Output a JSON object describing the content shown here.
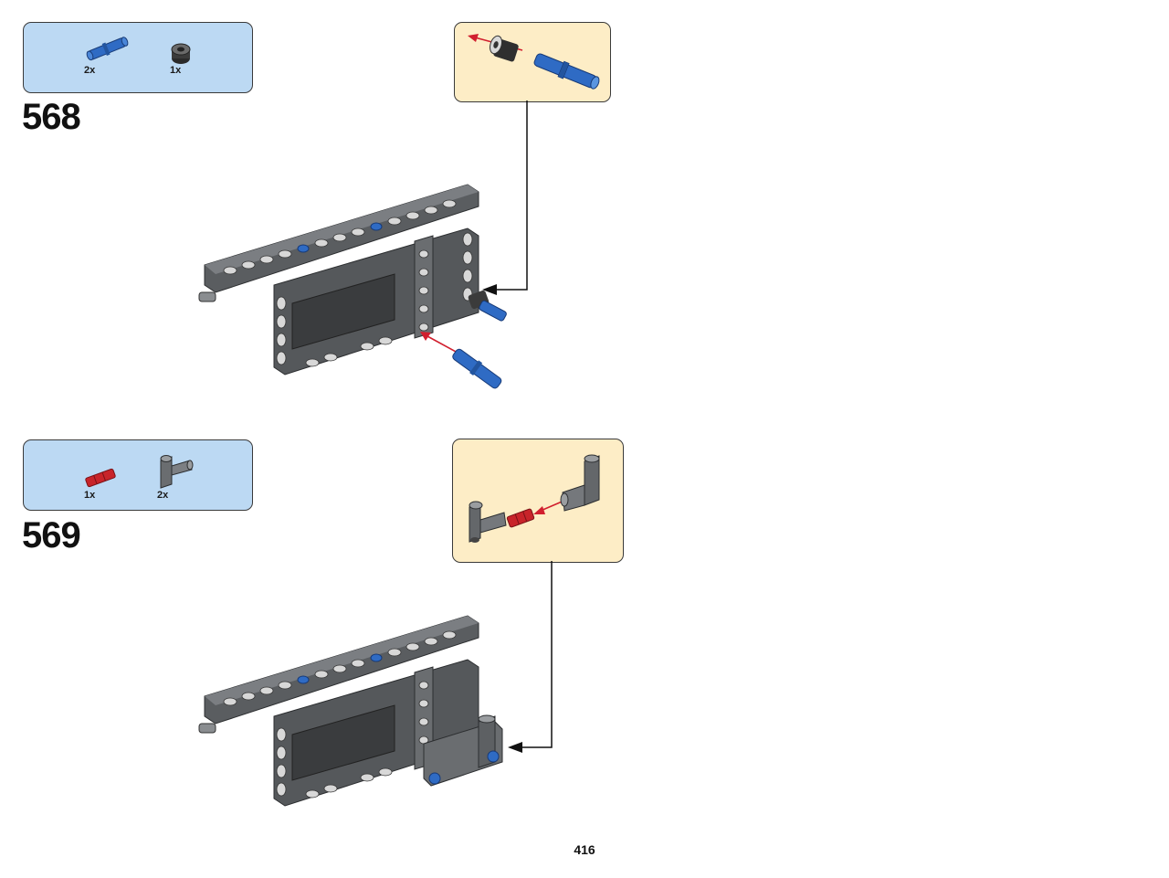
{
  "steps": [
    {
      "number": "568",
      "parts": [
        {
          "icon": "blue-pin-icon",
          "qty": "2x"
        },
        {
          "icon": "bushing-icon",
          "qty": "1x"
        }
      ],
      "callout_icons": [
        "bushing-icon",
        "blue-pin-icon"
      ]
    },
    {
      "number": "569",
      "parts": [
        {
          "icon": "red-axle-icon",
          "qty": "1x"
        },
        {
          "icon": "angle-connector-icon",
          "qty": "2x"
        }
      ],
      "callout_icons": [
        "angle-connector-icon",
        "red-axle-icon",
        "angle-connector-icon"
      ]
    }
  ],
  "page": {
    "number": "416"
  },
  "colors": {
    "parts_box": "#bcd9f3",
    "callout_box": "#fdedc6",
    "pin_blue": "#2f6bc4",
    "axle_red": "#c8242a",
    "beam_gray": "#5a5d60",
    "arrow_red": "#d11f2e"
  }
}
